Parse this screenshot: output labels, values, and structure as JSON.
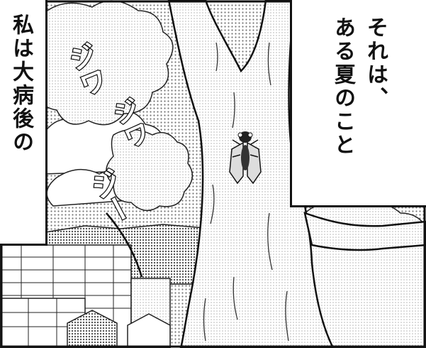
{
  "captions": {
    "right_lines": [
      "それは、",
      "ある夏のこと"
    ],
    "left_text": "私は大病後の"
  },
  "sfx": {
    "part1": "ジワ",
    "part2": "ジワ",
    "part3": "ジー"
  },
  "colors": {
    "ink": "#111111",
    "screentone": "#b8b8b8",
    "paper": "#ffffff"
  }
}
